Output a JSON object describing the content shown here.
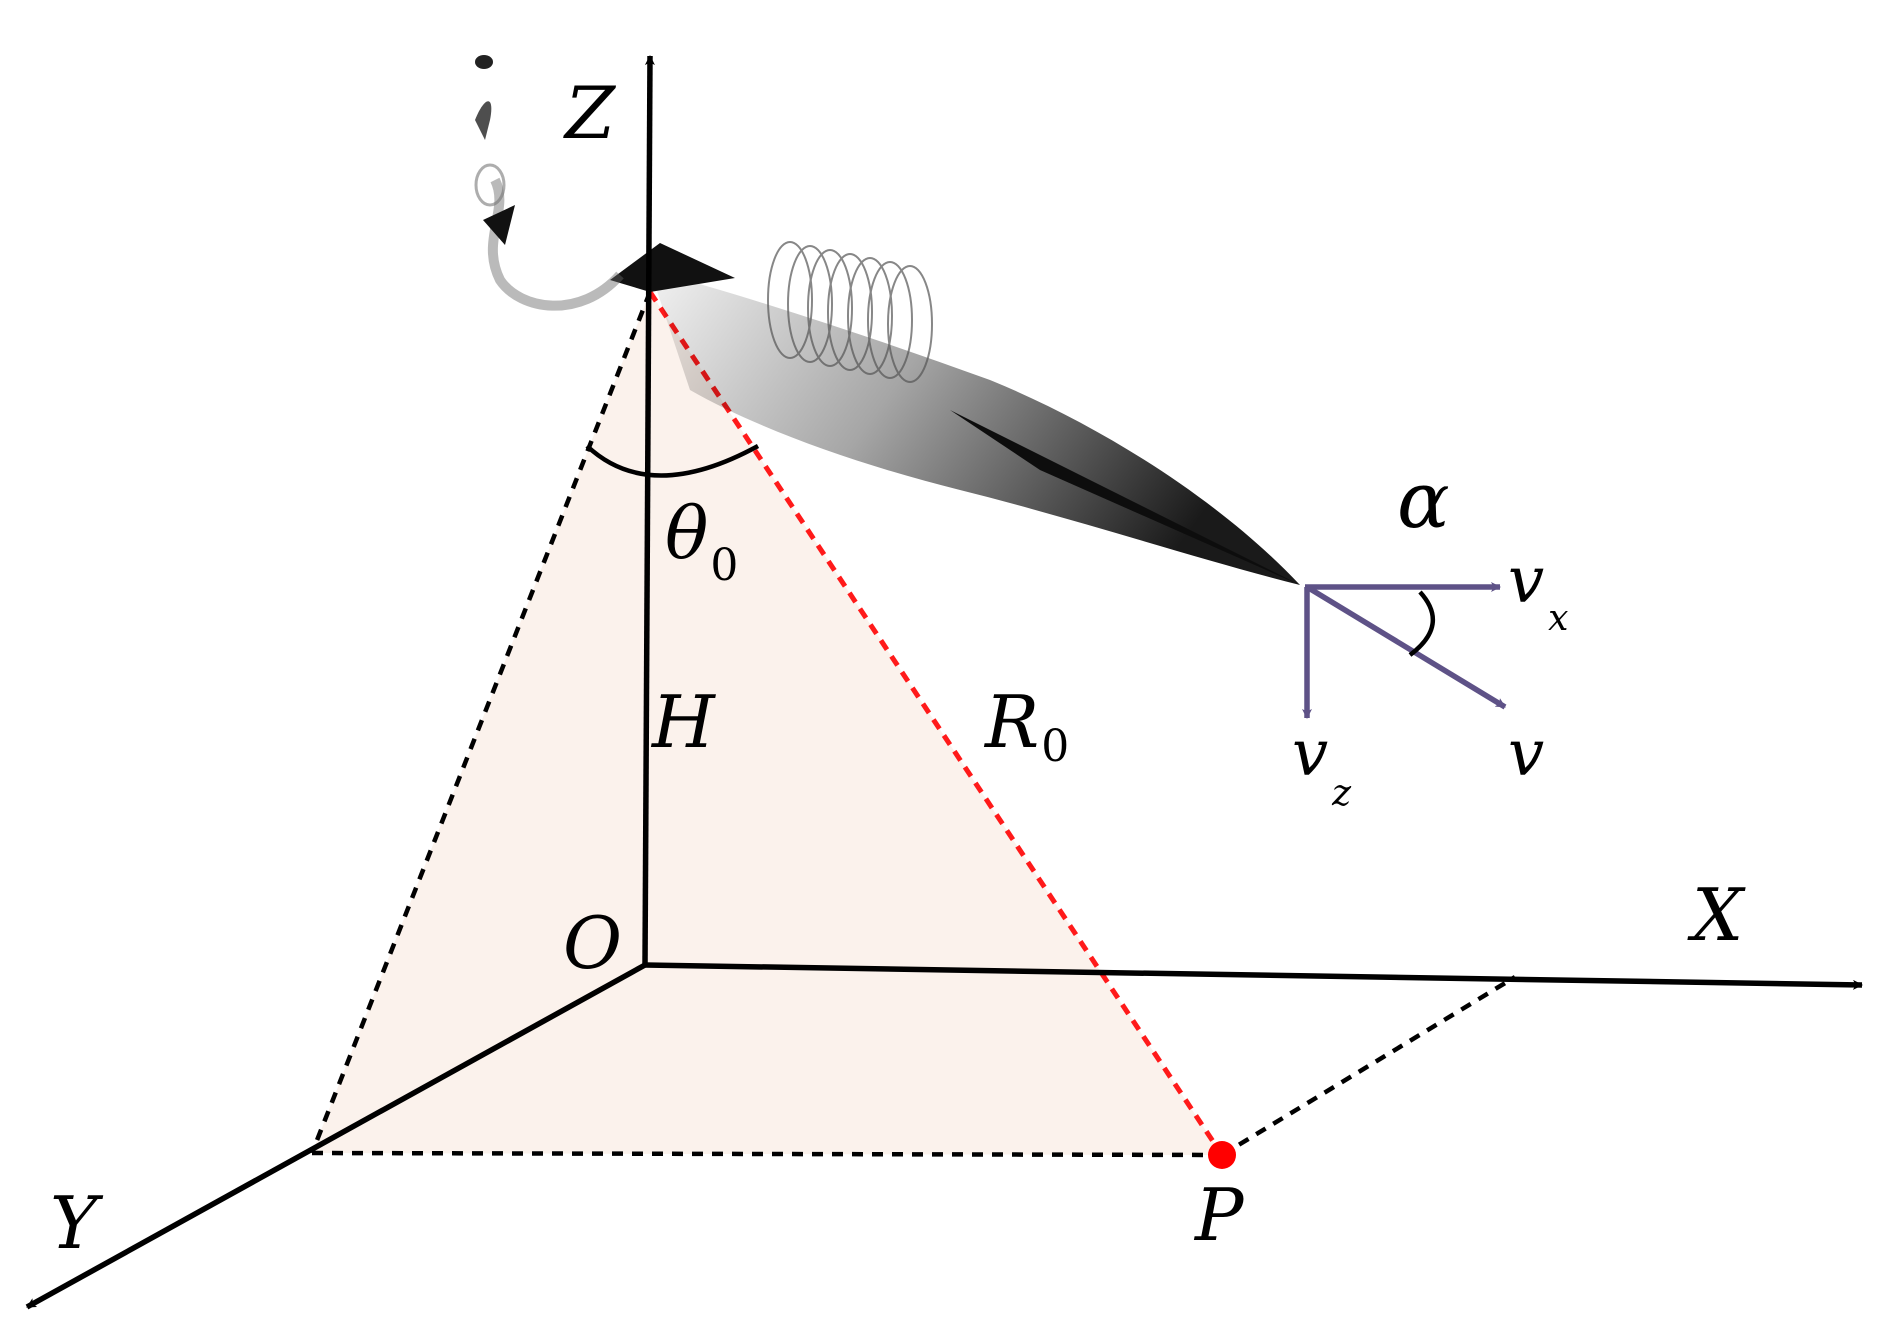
{
  "axes": {
    "z_label": "Z",
    "x_label": "X",
    "y_label": "Y",
    "origin_label": "O"
  },
  "quantities": {
    "height_label": "H",
    "slant_range_label": "R",
    "slant_range_sub": "0",
    "angle_label": "θ",
    "angle_sub": "0",
    "point_label": "P"
  },
  "velocity": {
    "attack_angle_label": "α",
    "vx_label": "v",
    "vx_sub": "x",
    "vz_label": "v",
    "vz_sub": "z",
    "v_label": "v"
  },
  "colors": {
    "axis": "#000000",
    "slant_line": "#ff1a1a",
    "point": "#ff0000",
    "triangle_fill": "#fbf2ec",
    "velocity_arrows": "#5e5287",
    "vehicle": "#111111"
  }
}
